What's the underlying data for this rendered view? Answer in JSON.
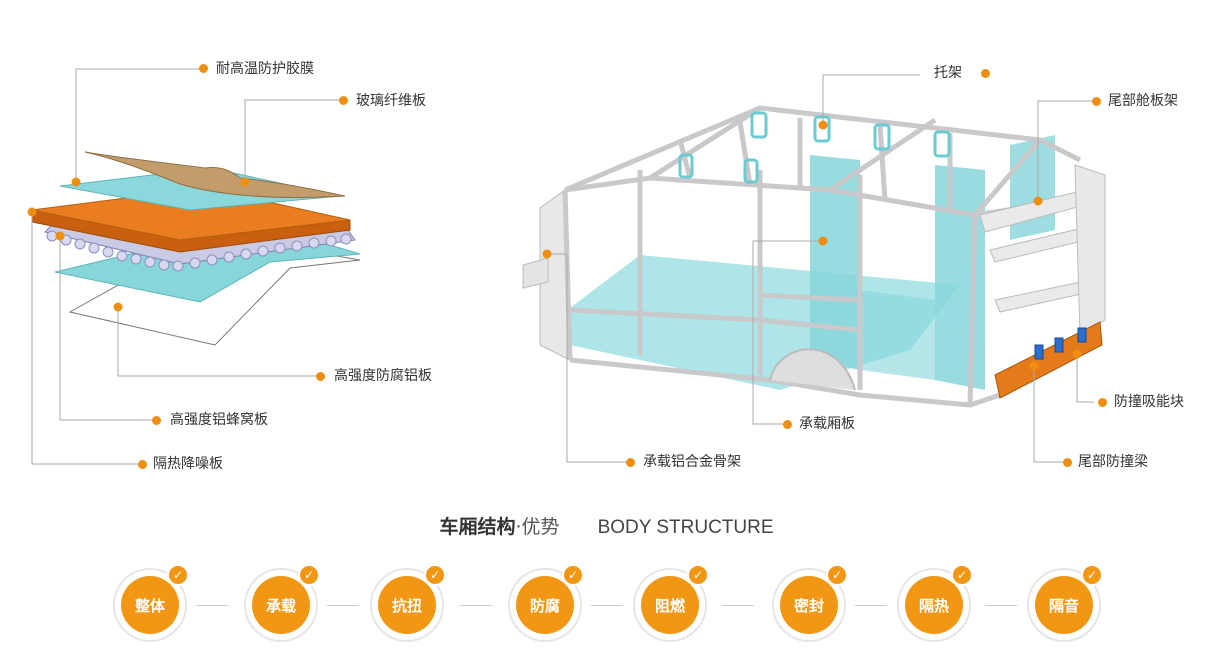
{
  "left_labels": [
    {
      "id": "film",
      "text": "耐高温防护胶膜"
    },
    {
      "id": "fiberglass",
      "text": "玻璃纤维板"
    },
    {
      "id": "al_plate",
      "text": "高强度防腐铝板"
    },
    {
      "id": "honeycomb",
      "text": "高强度铝蜂窝板"
    },
    {
      "id": "insulation",
      "text": "隔热降噪板"
    }
  ],
  "right_labels": [
    {
      "id": "bracket",
      "text": "托架"
    },
    {
      "id": "tail_shelf",
      "text": "尾部舱板架"
    },
    {
      "id": "energy_block",
      "text": "防撞吸能块"
    },
    {
      "id": "floor",
      "text": "承载厢板"
    },
    {
      "id": "tail_beam",
      "text": "尾部防撞梁"
    },
    {
      "id": "frame",
      "text": "承载铝合金骨架"
    }
  ],
  "heading": {
    "cn": "车厢结构",
    "sep": "·",
    "cn2": "优势",
    "en": "BODY STRUCTURE"
  },
  "features": [
    "整体",
    "承载",
    "抗扭",
    "防腐",
    "阻燃",
    "密封",
    "隔热",
    "隔音"
  ],
  "icons": {
    "check": "check-icon"
  },
  "colors": {
    "accent": "#ee8f11",
    "cyan": "#7fd3d8",
    "orange": "#e87a1c",
    "tan": "#c8a070"
  }
}
